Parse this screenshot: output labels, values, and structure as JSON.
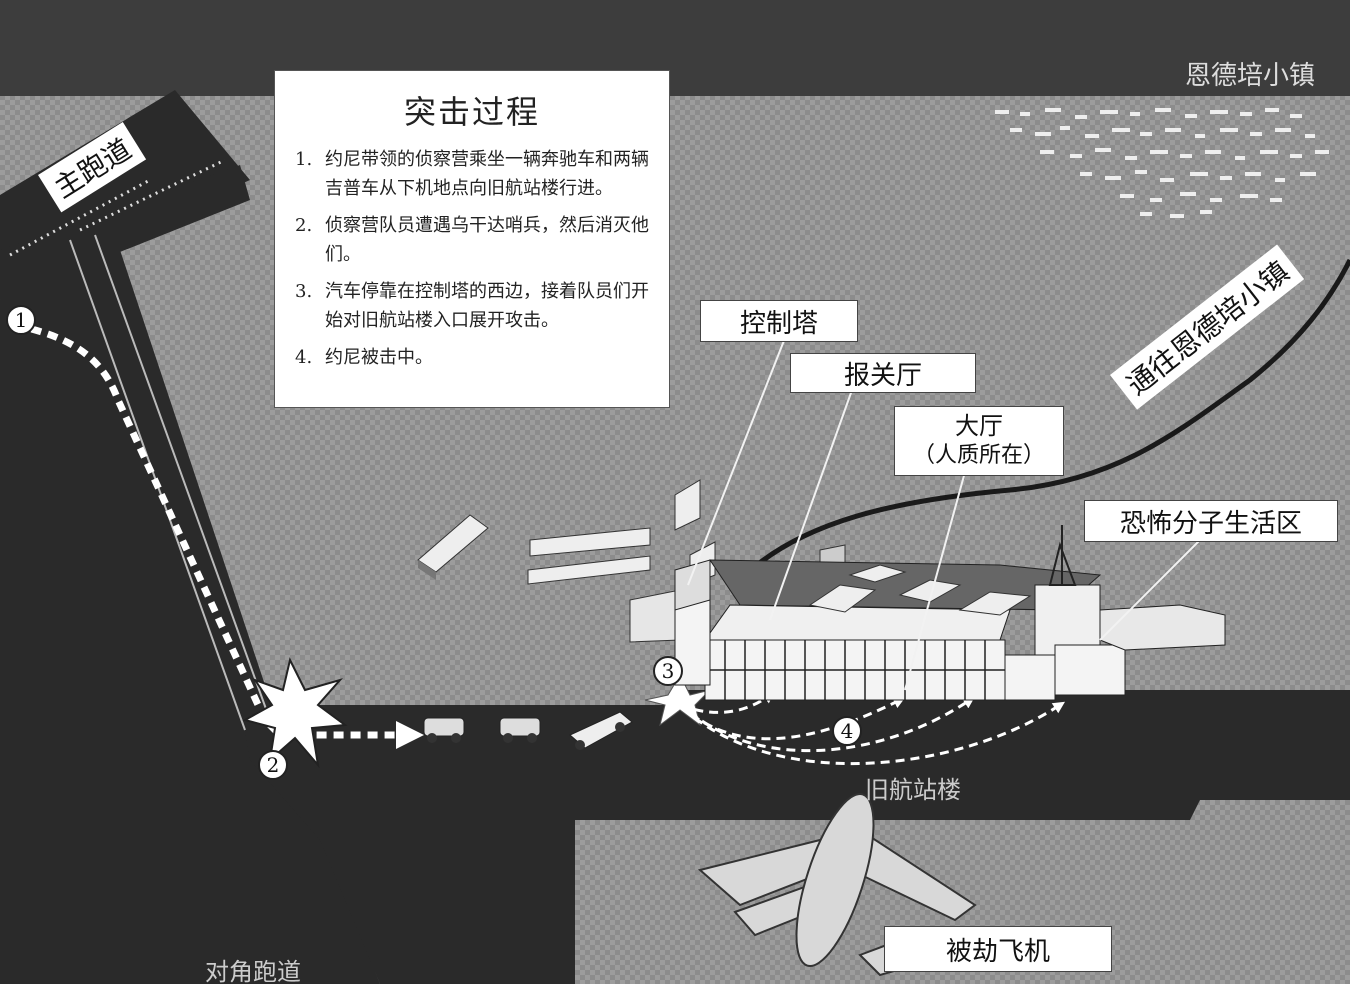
{
  "town_label": "恩德培小镇",
  "road_label": "通往恩德培小镇",
  "main_runway_label": "主跑道",
  "diagonal_runway_label": "对角跑道",
  "old_terminal_label": "旧航站楼",
  "hijacked_plane_label": "被劫飞机",
  "callouts": {
    "control_tower": "控制塔",
    "customs_hall": "报关厅",
    "main_hall": "大厅",
    "main_hall_note": "（人质所在）",
    "terrorist_quarters": "恐怖分子生活区"
  },
  "legend": {
    "title": "突击过程",
    "steps": [
      {
        "num": "1.",
        "text": "约尼带领的侦察营乘坐一辆奔驰车和两辆吉普车从下机地点向旧航站楼行进。"
      },
      {
        "num": "2.",
        "text": "侦察营队员遭遇乌干达哨兵，然后消灭他们。"
      },
      {
        "num": "3.",
        "text": "汽车停靠在控制塔的西边，接着队员们开始对旧航站楼入口展开攻击。"
      },
      {
        "num": "4.",
        "text": "约尼被击中。"
      }
    ]
  },
  "route_markers": [
    "1",
    "2",
    "3",
    "4"
  ],
  "colors": {
    "ground": "#8a8a8a",
    "runway": "#2b2b2b",
    "sky_band": "#444444",
    "route": "#ffffff"
  }
}
